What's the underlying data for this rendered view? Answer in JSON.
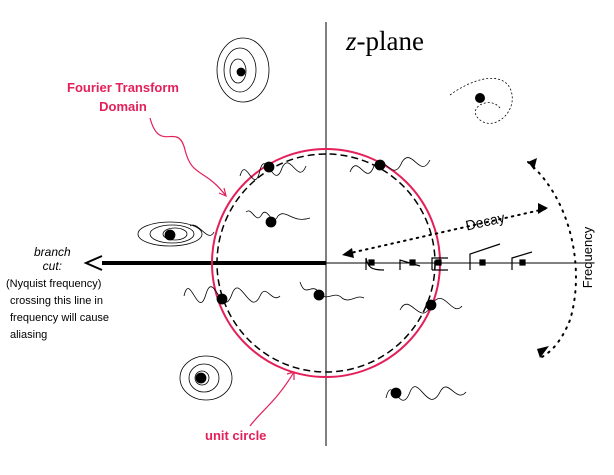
{
  "diagram": {
    "title_var": "z",
    "title_rest": "-plane",
    "fourier_label_line1": "Fourier Transform",
    "fourier_label_line2": "Domain",
    "unit_circle_label": "unit circle",
    "branch_cut_line1": "branch",
    "branch_cut_line2": "cut:",
    "nyquist_note": [
      "(Nyquist frequency)",
      "crossing this line in",
      "frequency will cause",
      "aliasing"
    ],
    "decay_label": "Decay",
    "frequency_label": "Frequency",
    "colors": {
      "accent": "#e3205a",
      "ink": "#000000"
    }
  }
}
